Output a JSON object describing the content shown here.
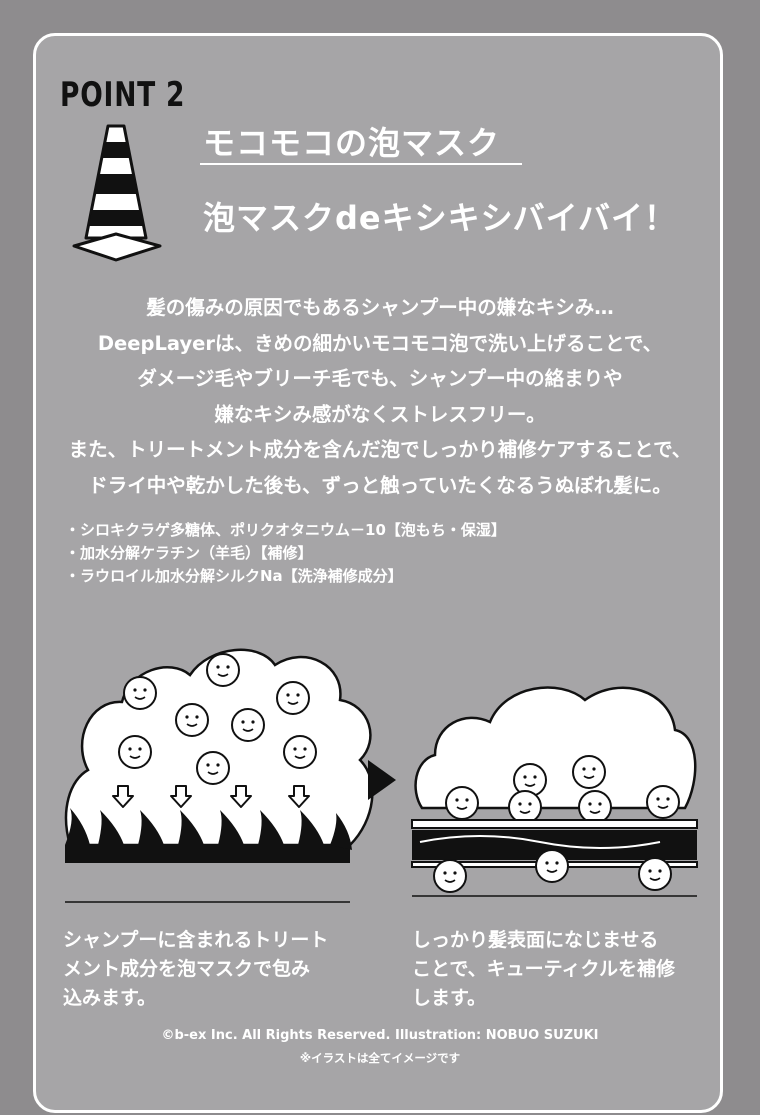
{
  "point": {
    "label": "POINT 2"
  },
  "icon": {
    "name": "traffic-cone-icon"
  },
  "title": {
    "main": "モコモコの泡マスク",
    "sub": "泡マスクdeキシキシバイバイ！"
  },
  "body_lines": [
    "髪の傷みの原因でもあるシャンプー中の嫌なキシみ…",
    "DeepLayerは、きめの細かいモコモコ泡で洗い上げることで、",
    "ダメージ毛やブリーチ毛でも、シャンプー中の絡まりや",
    "嫌なキシみ感がなくストレスフリー。",
    "また、トリートメント成分を含んだ泡でしっかり補修ケアすることで、",
    "ドライ中や乾かした後も、ずっと触っていたくなるうぬぼれ髪に。"
  ],
  "ingredients": [
    "・シロキクラゲ多糖体、ポリクオタニウム－10【泡もち・保湿】",
    "・加水分解ケラチン（羊毛）【補修】",
    "・ラウロイル加水分解シルクNa【洗浄補修成分】"
  ],
  "captions": {
    "left": [
      "シャンプーに含まれるトリート",
      "メント成分を泡マスクで包み",
      "込みます。"
    ],
    "right": [
      "しっかり髪表面になじませる",
      "ことで、キューティクルを補修",
      "します。"
    ]
  },
  "footer": {
    "copyright": "©b-ex Inc. All Rights Reserved. Illustration: NOBUO SUZUKI",
    "note": "※イラストは全てイメージです"
  },
  "colors": {
    "background": "#8e8c8e",
    "card": "#a6a5a7",
    "text": "#ffffff",
    "ink": "#111111"
  }
}
